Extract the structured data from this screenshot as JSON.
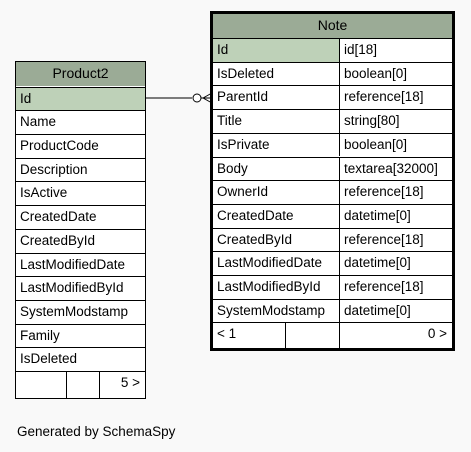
{
  "product2": {
    "name": "Product2",
    "columns": [
      "Id",
      "Name",
      "ProductCode",
      "Description",
      "IsActive",
      "CreatedDate",
      "CreatedById",
      "LastModifiedDate",
      "LastModifiedById",
      "SystemModstamp",
      "Family",
      "IsDeleted"
    ],
    "footer_right": "5 >"
  },
  "note": {
    "name": "Note",
    "columns": [
      {
        "name": "Id",
        "type": "id[18]"
      },
      {
        "name": "IsDeleted",
        "type": "boolean[0]"
      },
      {
        "name": "ParentId",
        "type": "reference[18]"
      },
      {
        "name": "Title",
        "type": "string[80]"
      },
      {
        "name": "IsPrivate",
        "type": "boolean[0]"
      },
      {
        "name": "Body",
        "type": "textarea[32000]"
      },
      {
        "name": "OwnerId",
        "type": "reference[18]"
      },
      {
        "name": "CreatedDate",
        "type": "datetime[0]"
      },
      {
        "name": "CreatedById",
        "type": "reference[18]"
      },
      {
        "name": "LastModifiedDate",
        "type": "datetime[0]"
      },
      {
        "name": "LastModifiedById",
        "type": "reference[18]"
      },
      {
        "name": "SystemModstamp",
        "type": "datetime[0]"
      }
    ],
    "footer_left": "< 1",
    "footer_right": "0 >"
  },
  "credit": "Generated by SchemaSpy",
  "colors": {
    "header": "#9bab96",
    "primary_key": "#bed1b8",
    "background": "#f9f9f9"
  }
}
